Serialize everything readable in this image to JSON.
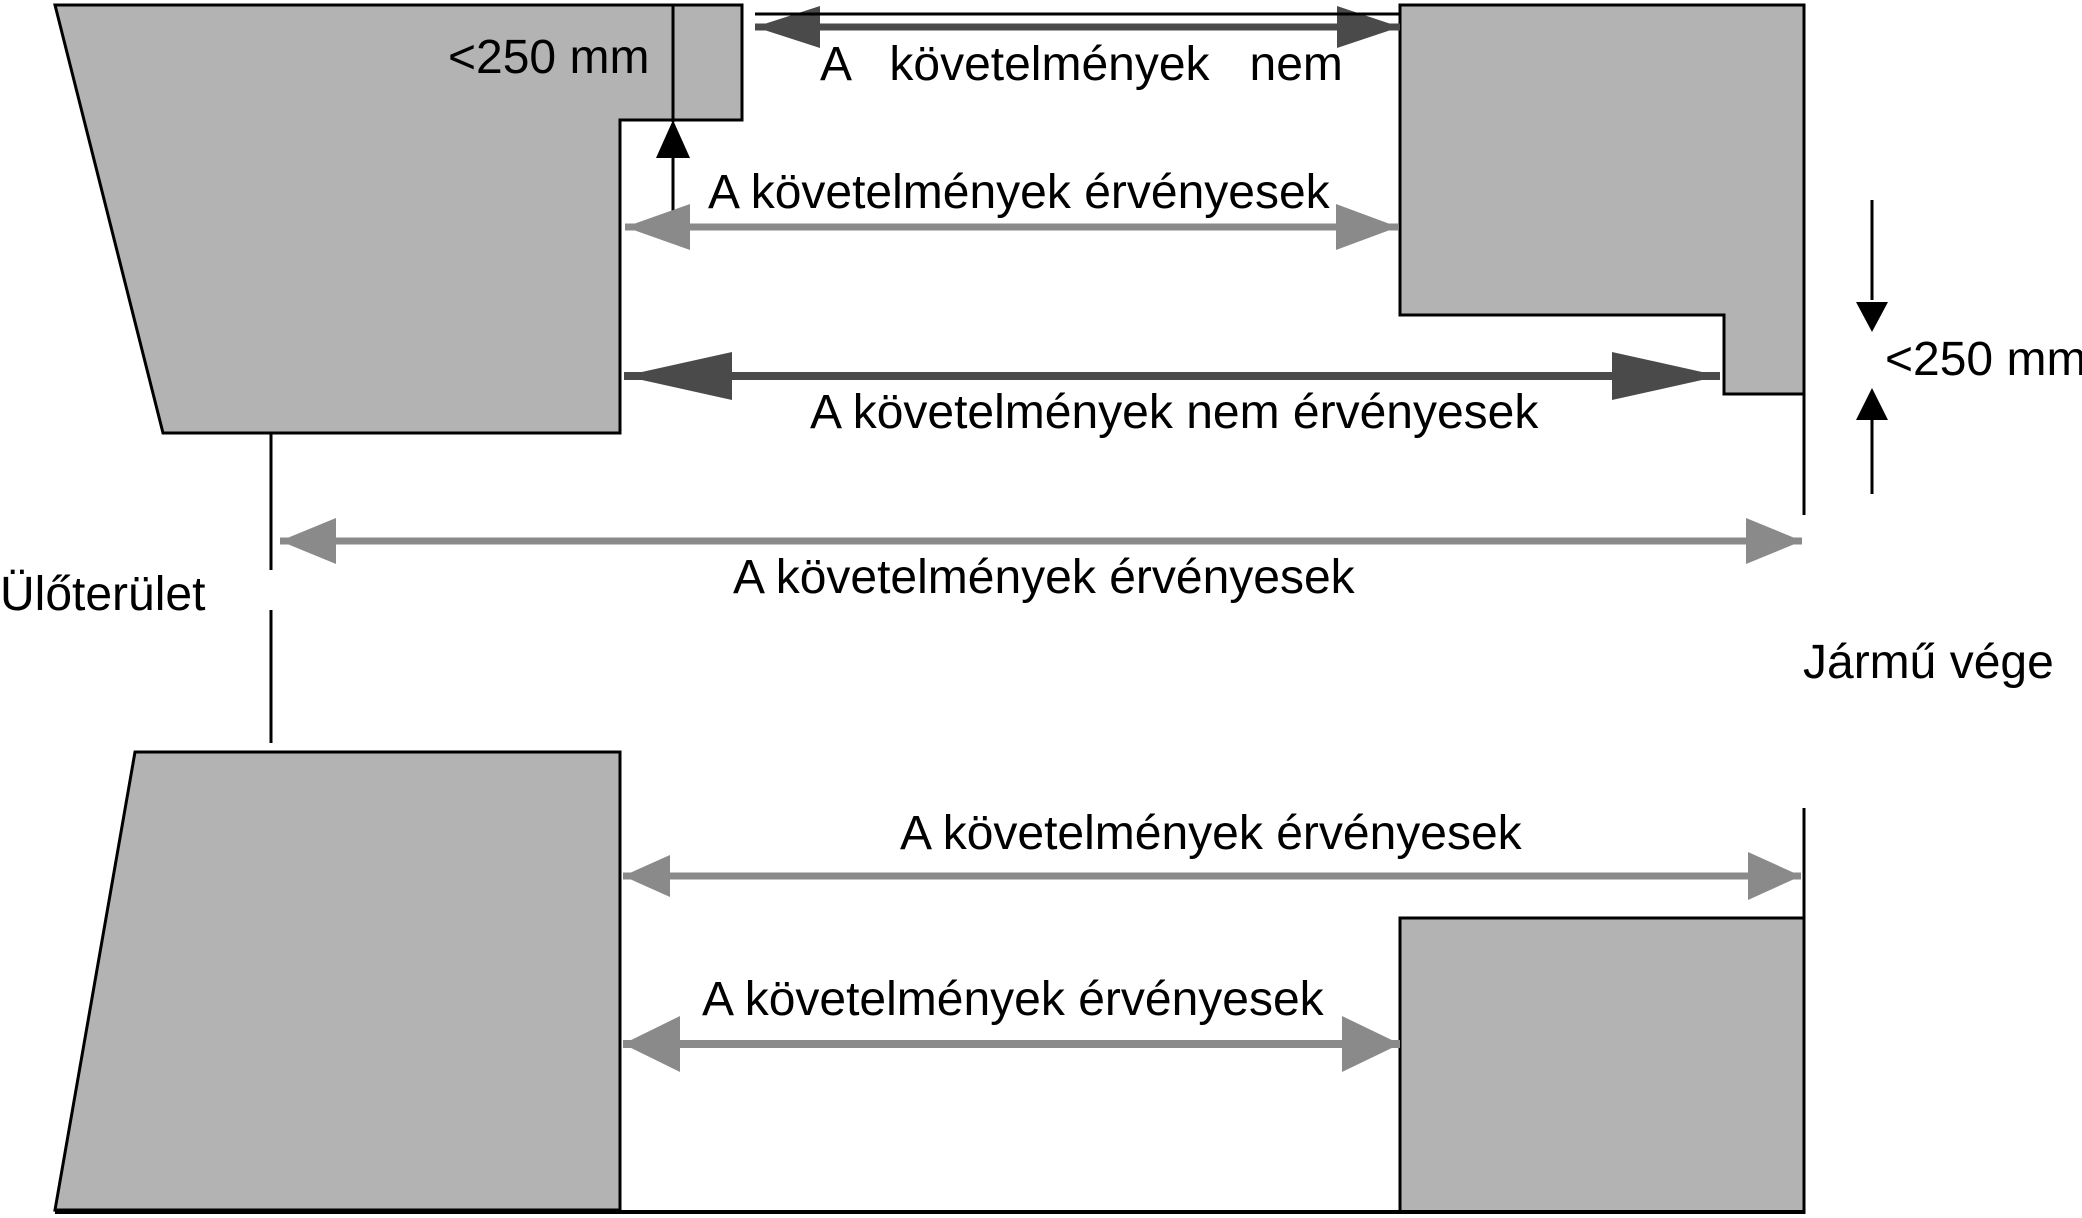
{
  "colors": {
    "block_fill": "#b3b3b3",
    "outline": "#000000",
    "arrow_dark": "#4a4a4a",
    "arrow_gray": "#8a8a8a",
    "arrow_black": "#000000"
  },
  "labels": {
    "top_left_dimension": "<250 mm",
    "top_arrow_text": "A   követelmények   nem",
    "upper_valid": "A követelmények érvényesek",
    "upper_not_valid": "A követelmények nem érvényesek",
    "right_dimension": "<250 mm",
    "full_span_valid": "A követelmények érvényesek",
    "seating_area": "Ülőterület",
    "vehicle_end": "Jármű vége",
    "lower_upper_valid": "A követelmények érvényesek",
    "lower_lower_valid": "A követelmények érvényesek"
  }
}
